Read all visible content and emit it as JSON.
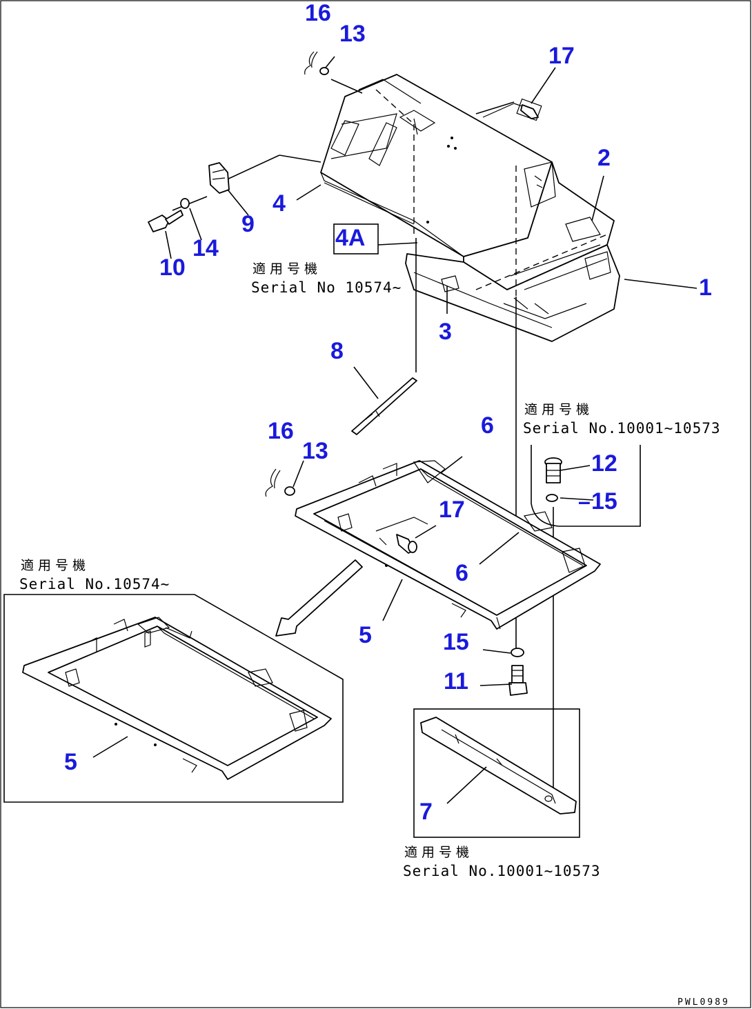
{
  "callouts": {
    "c1": "1",
    "c2": "2",
    "c3": "3",
    "c4": "4",
    "c4a": "4A",
    "c5a": "5",
    "c5b": "5",
    "c6a": "6",
    "c6b": "6",
    "c7": "7",
    "c8": "8",
    "c9": "9",
    "c10": "10",
    "c11": "11",
    "c12": "12",
    "c13a": "13",
    "c13b": "13",
    "c14": "14",
    "c15a": "15",
    "c15b": "15",
    "c16a": "16",
    "c16b": "16",
    "c17a": "17",
    "c17b": "17"
  },
  "notes": {
    "applicable_label": "適用号機",
    "serial_top": "Serial No 10574~",
    "serial_right": "Serial No.10001~10573",
    "serial_left": "Serial No.10574~",
    "serial_bottom": "Serial No.10001~10573"
  },
  "drawing_code": "PWL0989",
  "colors": {
    "callout": "#1a1adc",
    "line": "#000000",
    "background": "#ffffff"
  }
}
